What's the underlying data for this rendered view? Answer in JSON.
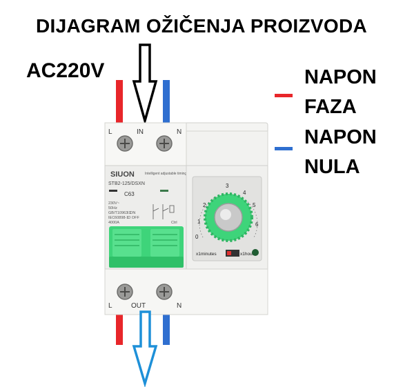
{
  "title": "DIJAGRAM OŽIČENJA PROIZVODA",
  "supply_label": "AC220V",
  "legend": {
    "phase": {
      "line1": "NAPON",
      "line2": "FAZA",
      "color": "#e8262a"
    },
    "neutral": {
      "line1": "NAPON",
      "line2": "NULA",
      "color": "#2f6fd0"
    }
  },
  "device": {
    "top_terminals": {
      "left": "L",
      "center": "IN",
      "right": "N"
    },
    "bottom_terminals": {
      "left": "L",
      "center": "OUT",
      "right": "N"
    },
    "brand_logo": "SIUON",
    "subtitle": "Intelligent adjustable timing",
    "model": "STB2-125/DSXN",
    "rating": "C63",
    "spec_lines": [
      "230V~",
      "50Hz",
      "GB/T10963.1",
      "IEC60898-1",
      "4000A"
    ],
    "on_label": "I ON",
    "off_label": "O OFF",
    "ctrl_label": "Ctrl",
    "dial_numbers": [
      "0",
      "1",
      "2",
      "3",
      "4",
      "5",
      "6"
    ],
    "dial_left_label": "x1minutes",
    "dial_right_label": "x1hour"
  },
  "colors": {
    "phase_wire": "#e8262a",
    "neutral_wire": "#2f6fd0",
    "handle": "#3ed47a",
    "arrow_in": "#000000",
    "arrow_out": "#1e90d8"
  }
}
